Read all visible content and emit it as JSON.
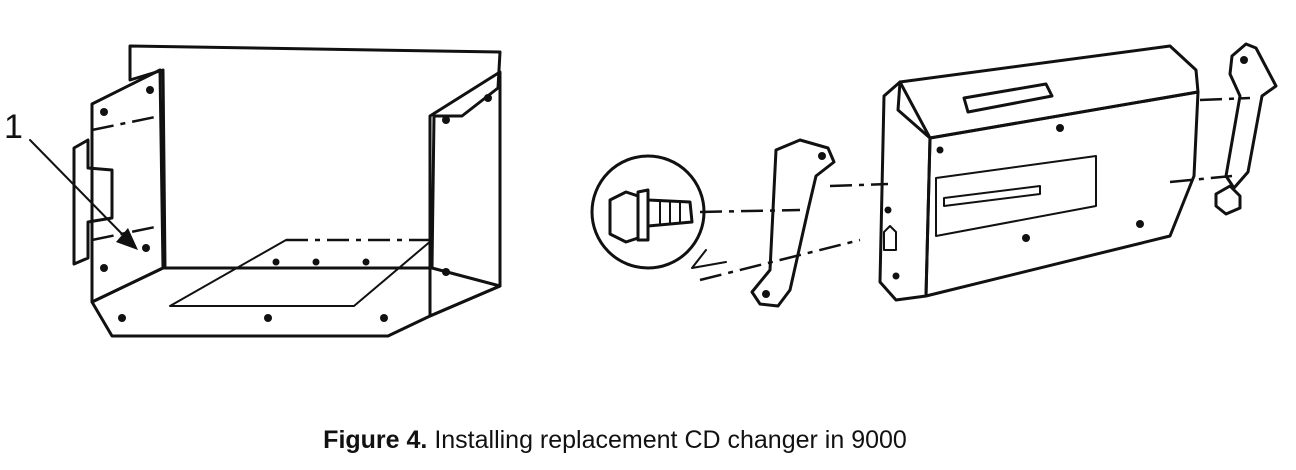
{
  "figure": {
    "callout_label": "1",
    "caption_label": "Figure 4.",
    "caption_text": "Installing replacement CD changer in 9000"
  }
}
